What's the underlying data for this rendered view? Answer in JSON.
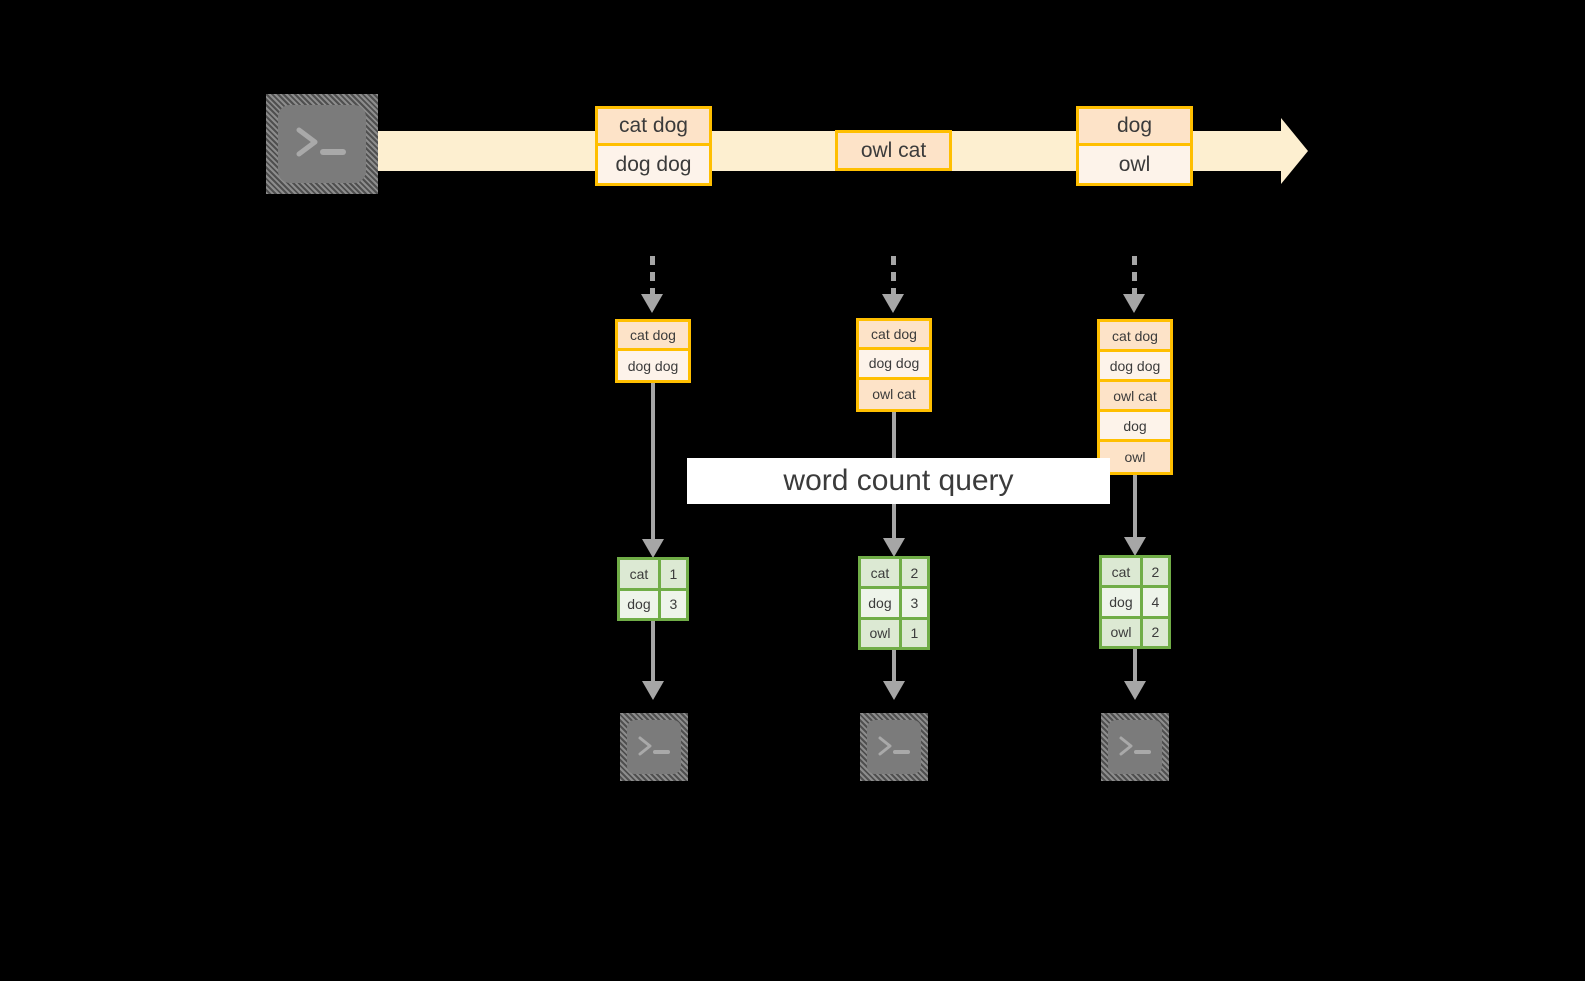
{
  "diagram": {
    "title_banner": "word count query",
    "colors": {
      "stream_band": "#fdefd0",
      "record_border": "#ffbf00",
      "record_fill_dark": "#fde3c8",
      "record_fill_light": "#fdf3ea",
      "result_border": "#70ad47",
      "result_fill_dark": "#dce9d3",
      "result_fill_light": "#eef4ea",
      "arrow": "#a6a6a6",
      "terminal_face": "#7b7b7b",
      "background": "#000000",
      "banner_fill": "#ffffff",
      "text": "#3b3b3b"
    }
  },
  "source": {
    "icon": "terminal-icon",
    "label": ""
  },
  "stream": {
    "arrow_icon": "right-arrow-icon",
    "events": [
      {
        "name": "event-group-1",
        "lines": [
          {
            "text": "cat dog",
            "shade": "dark"
          },
          {
            "text": "dog dog",
            "shade": "light"
          }
        ]
      },
      {
        "name": "event-group-2",
        "lines": [
          {
            "text": "owl cat",
            "shade": "dark"
          }
        ]
      },
      {
        "name": "event-group-3",
        "lines": [
          {
            "text": "dog",
            "shade": "dark"
          },
          {
            "text": "owl",
            "shade": "light"
          }
        ]
      }
    ]
  },
  "snapshots": [
    {
      "name": "snapshot-1",
      "input_arrow": "dashed-down-arrow-icon",
      "table_rows": [
        {
          "text": "cat dog",
          "shade": "dark"
        },
        {
          "text": "dog dog",
          "shade": "light"
        }
      ],
      "result_rows": [
        {
          "key": "cat",
          "value": "1",
          "shade": "dark"
        },
        {
          "key": "dog",
          "value": "3",
          "shade": "light"
        }
      ],
      "sink_icon": "terminal-icon"
    },
    {
      "name": "snapshot-2",
      "input_arrow": "dashed-down-arrow-icon",
      "table_rows": [
        {
          "text": "cat dog",
          "shade": "dark"
        },
        {
          "text": "dog dog",
          "shade": "light"
        },
        {
          "text": "owl cat",
          "shade": "dark"
        }
      ],
      "result_rows": [
        {
          "key": "cat",
          "value": "2",
          "shade": "dark"
        },
        {
          "key": "dog",
          "value": "3",
          "shade": "light"
        },
        {
          "key": "owl",
          "value": "1",
          "shade": "dark"
        }
      ],
      "sink_icon": "terminal-icon"
    },
    {
      "name": "snapshot-3",
      "input_arrow": "dashed-down-arrow-icon",
      "table_rows": [
        {
          "text": "cat dog",
          "shade": "dark"
        },
        {
          "text": "dog dog",
          "shade": "light"
        },
        {
          "text": "owl cat",
          "shade": "dark"
        },
        {
          "text": "dog",
          "shade": "light"
        },
        {
          "text": "owl",
          "shade": "dark"
        }
      ],
      "result_rows": [
        {
          "key": "cat",
          "value": "2",
          "shade": "dark"
        },
        {
          "key": "dog",
          "value": "4",
          "shade": "light"
        },
        {
          "key": "owl",
          "value": "2",
          "shade": "dark"
        }
      ],
      "sink_icon": "terminal-icon"
    }
  ]
}
